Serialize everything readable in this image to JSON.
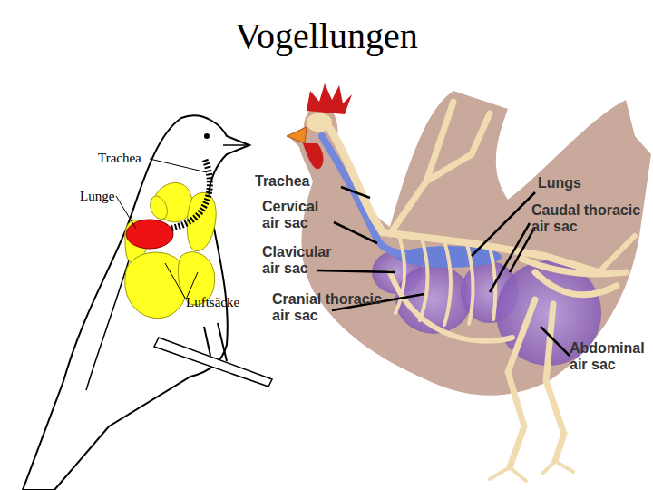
{
  "diagram": {
    "title": "Vogellungen",
    "labels": [
      "Trachea",
      "Lunge",
      "Luftsäcke",
      "Trachea",
      "Cervical air sac",
      "Clavicular air sac",
      "Cranial thoracic air sac",
      "Lungs",
      "Caudal thoracic air sac",
      "Abdominal air sac"
    ]
  }
}
